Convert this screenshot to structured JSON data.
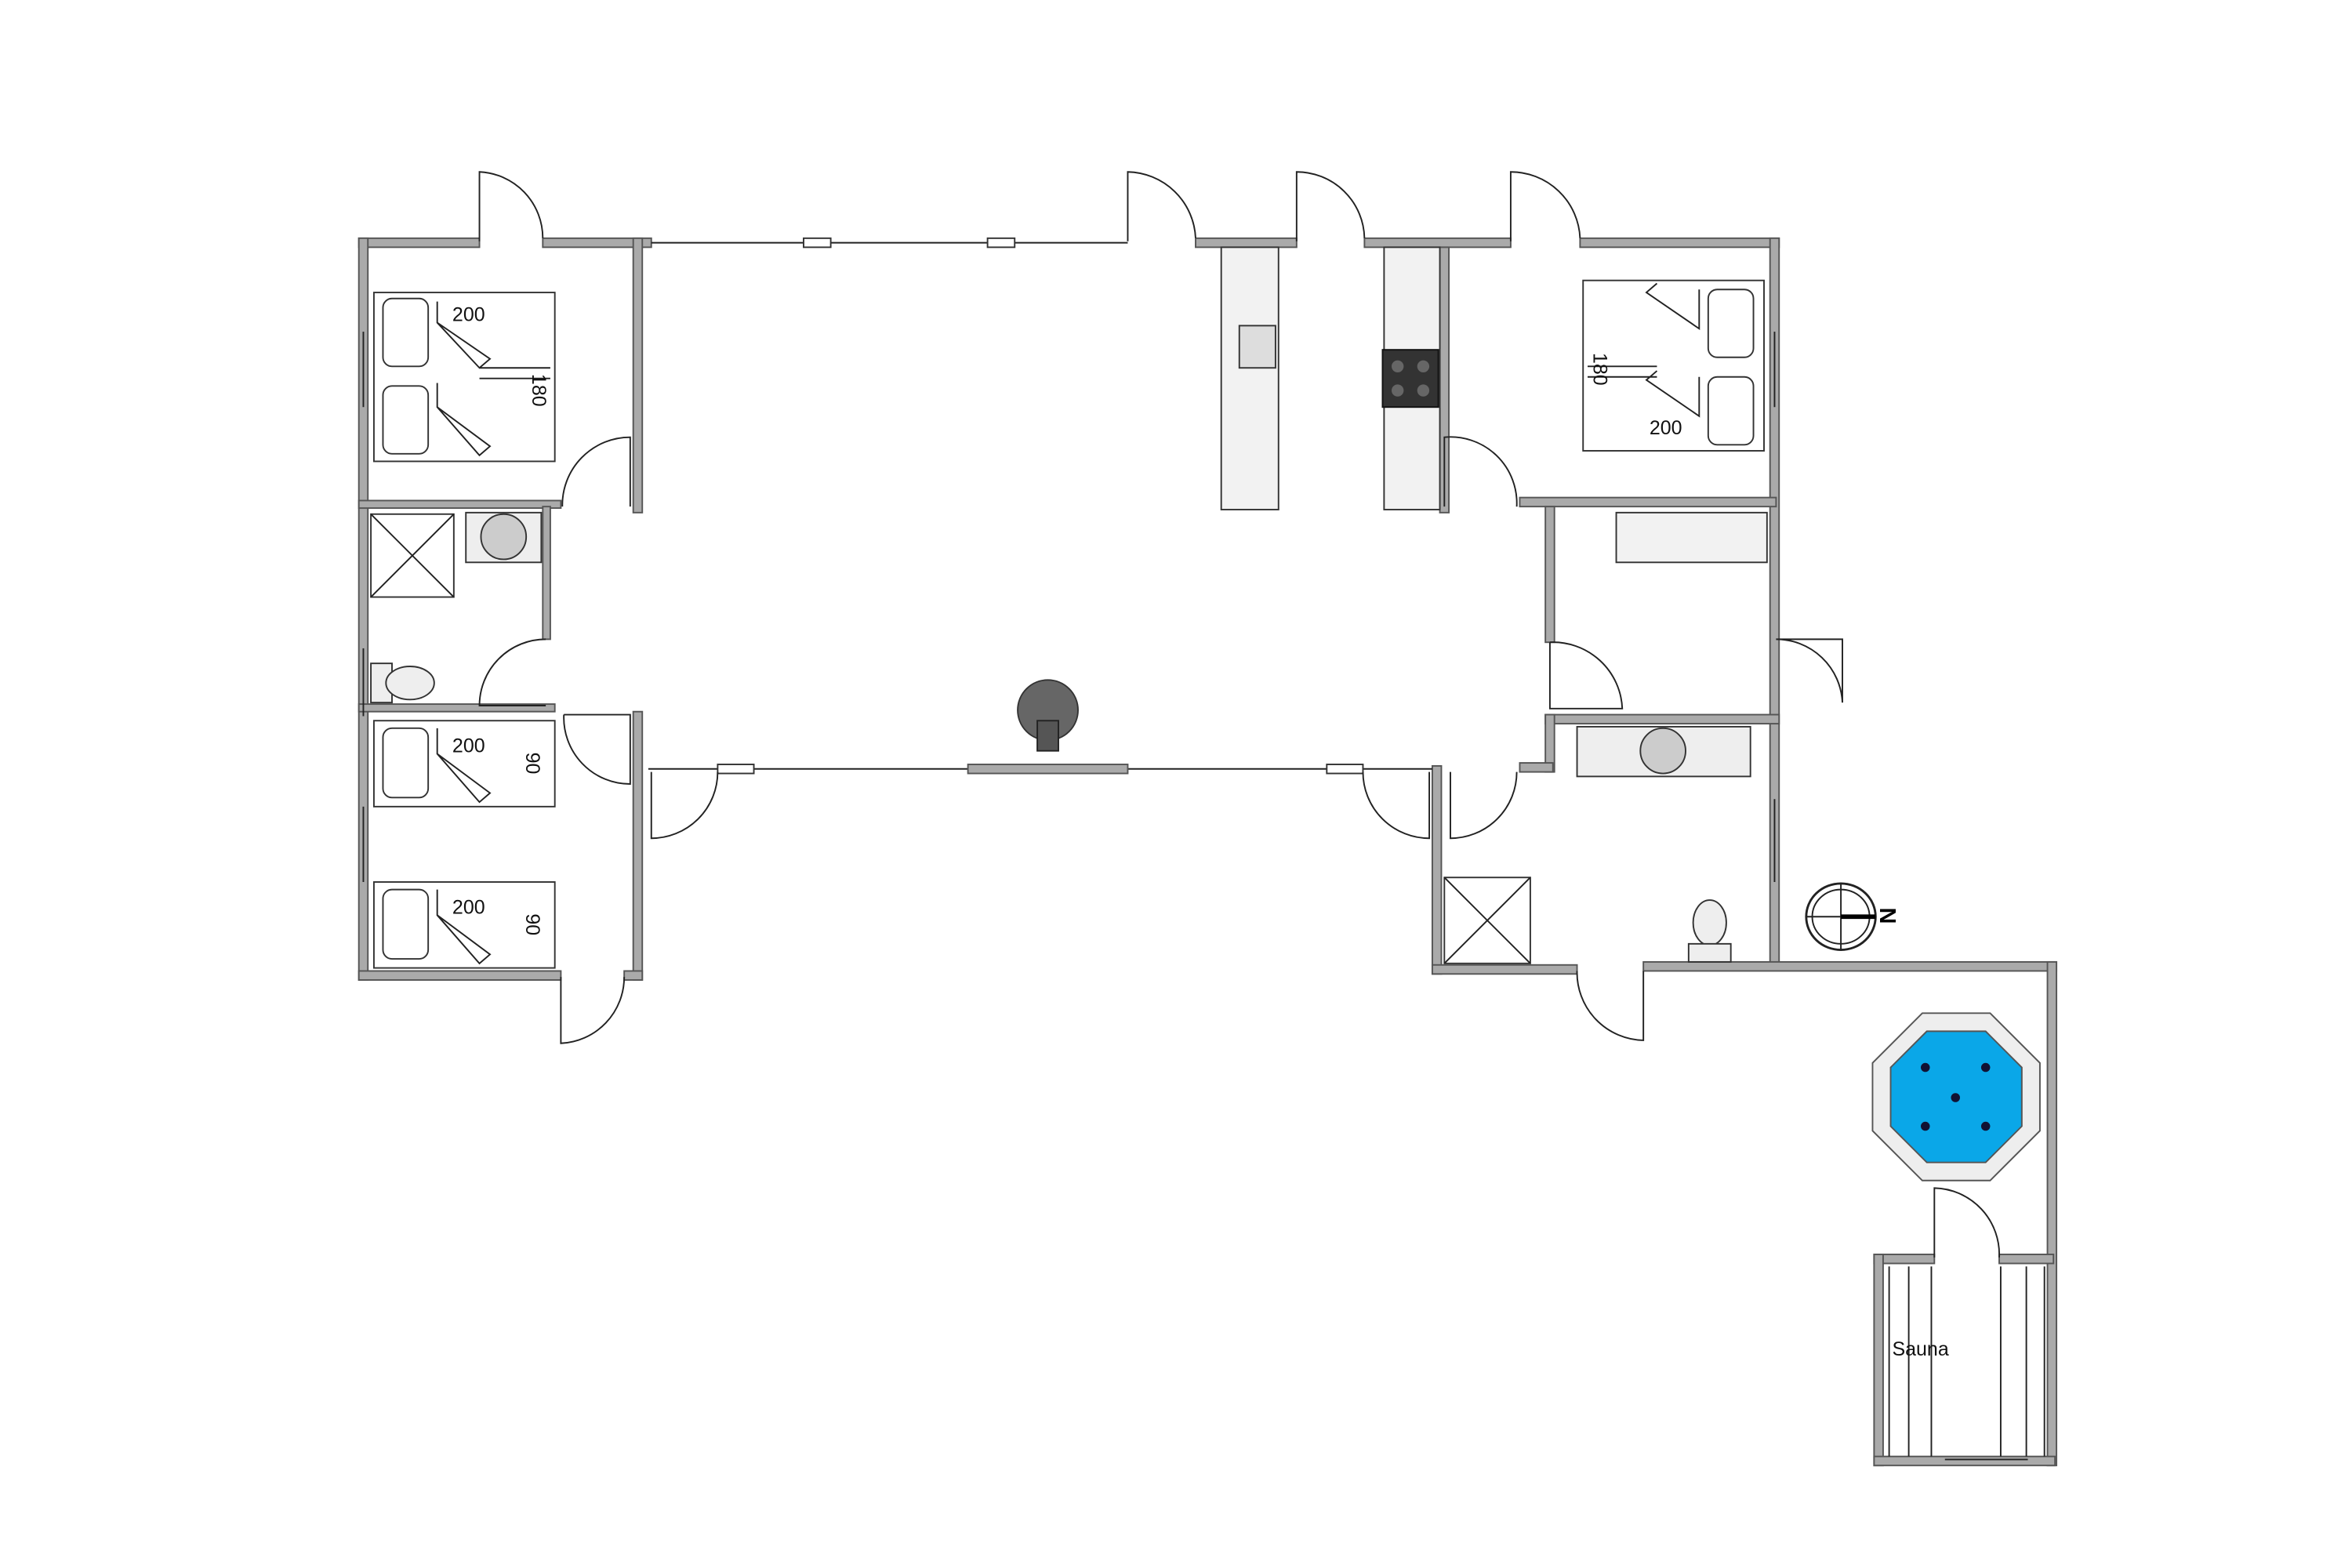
{
  "plan": {
    "bedroom_1": {
      "length": "200",
      "width": "180"
    },
    "bedroom_2": {
      "length": "200",
      "width": "90"
    },
    "bedroom_3": {
      "length": "200",
      "width": "90"
    },
    "bedroom_4": {
      "length": "180",
      "width": "200"
    },
    "sauna_label": "Sauna",
    "compass_label": "N"
  },
  "colors": {
    "wall": "#aaaaaa",
    "hot_tub_water": "#0aa7e8",
    "stove": "#666666"
  }
}
